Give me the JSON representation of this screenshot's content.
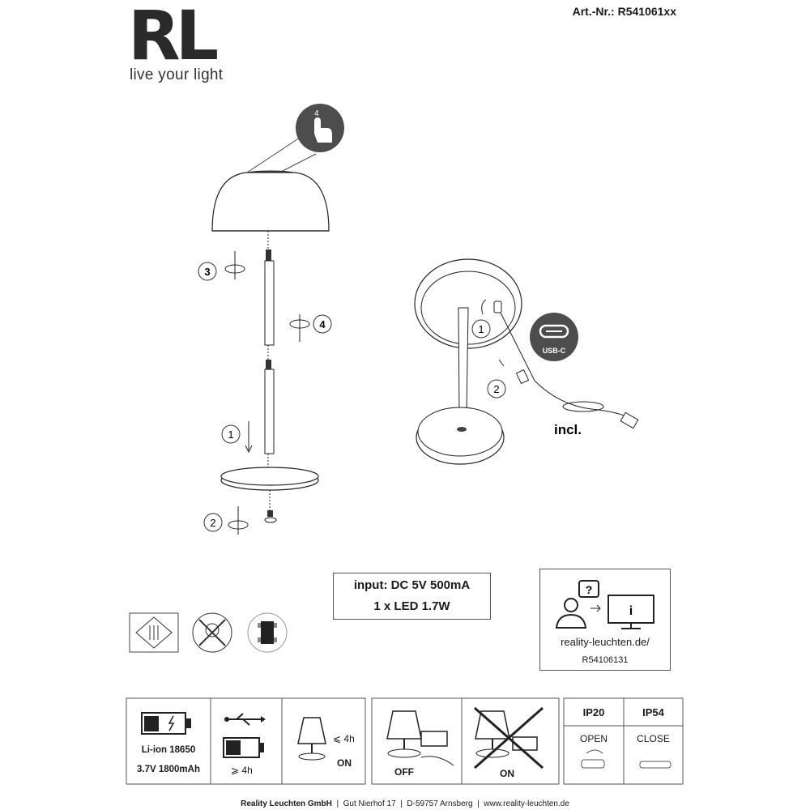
{
  "header": {
    "logo": "RL",
    "tagline": "live your light",
    "article_number": "Art.-Nr.: R541061xx"
  },
  "assembly_steps": {
    "left": [
      "3",
      "4",
      "1",
      "2"
    ],
    "right": [
      "1",
      "2"
    ],
    "touch_count": "4"
  },
  "charger": {
    "usb_label": "USB-C",
    "included_label": "incl."
  },
  "specs": {
    "input": "input: DC 5V 500mA",
    "led": "1 x LED 1.7W"
  },
  "website_box": {
    "url": "reality-leuchten.de/",
    "code": "R54106131"
  },
  "battery_panel": {
    "type": "Li-ion 18650",
    "rating": "3.7V 1800mAh",
    "charge_time": "⩾ 4h",
    "runtime": "⩽ 4h",
    "runtime_state": "ON"
  },
  "charging_panel": {
    "ok_state": "OFF",
    "forbidden_state": "ON"
  },
  "ip_panel": {
    "ip_left": "IP20",
    "ip_right": "IP54",
    "left_state": "OPEN",
    "right_state": "CLOSE"
  },
  "footer": {
    "company": "Reality Leuchten GmbH",
    "address": "Gut Nierhof 17",
    "city": "D-59757 Arnsberg",
    "website": "www.reality-leuchten.de"
  }
}
